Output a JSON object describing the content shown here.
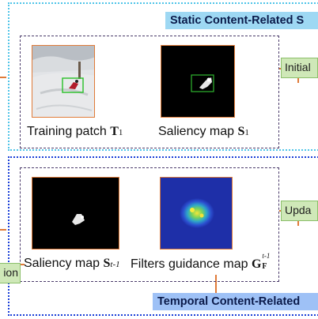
{
  "static_module": {
    "title": "Static Content-Related S",
    "tag": "Initial",
    "panels": {
      "training_patch": {
        "label": "Training patch",
        "symbol": "T",
        "subscript": "1"
      },
      "saliency_map": {
        "label": "Saliency map",
        "symbol": "S",
        "subscript": "1"
      }
    }
  },
  "temporal_module": {
    "title": "Temporal Content-Related",
    "tag": "Upda",
    "left_tag": "ion",
    "panels": {
      "saliency_map": {
        "label": "Saliency map",
        "symbol": "S",
        "subscript": "t-1"
      },
      "guidance_map": {
        "label": "Filters guidance map",
        "symbol": "G",
        "subscript": "F",
        "superscript": "t-1"
      }
    }
  },
  "colors": {
    "static_border": "#4fc4e8",
    "temporal_border": "#1a3fd8",
    "static_banner": "#9ed8f3",
    "temporal_banner": "#9ec1f6",
    "tag_fill": "#cfe8b8",
    "connector": "#e07b39"
  }
}
